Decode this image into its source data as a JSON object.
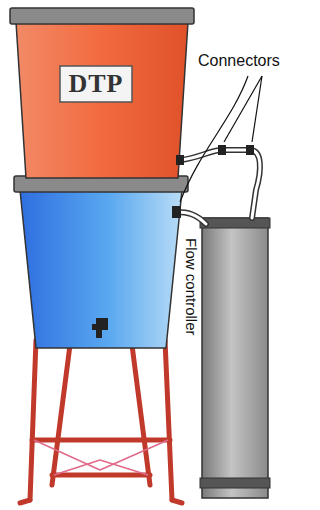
{
  "diagram": {
    "labels": [
      "DTP",
      "Connectors",
      "Flow controller"
    ]
  }
}
